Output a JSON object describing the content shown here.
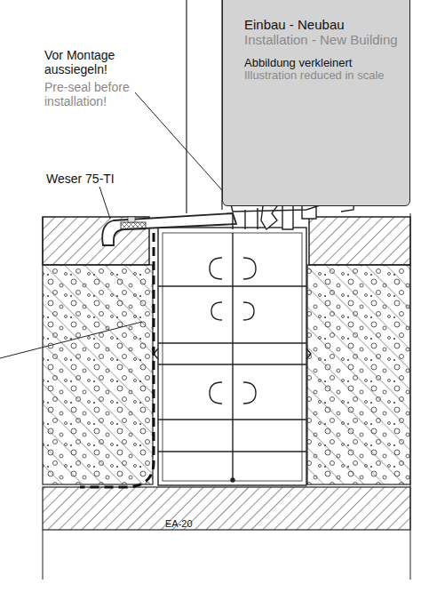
{
  "diagram": {
    "nodes": [
      {
        "text": [
          "Einbau - Neubau",
          "Installation - New Building",
          "Abbildung verkleinert",
          "Illustration reduced in scale"
        ]
      }
    ],
    "labels": [
      "Vor Montage aussiegeln!",
      "Pre-seal before installation!",
      "Weser 75-TI",
      "EA-20"
    ]
  }
}
